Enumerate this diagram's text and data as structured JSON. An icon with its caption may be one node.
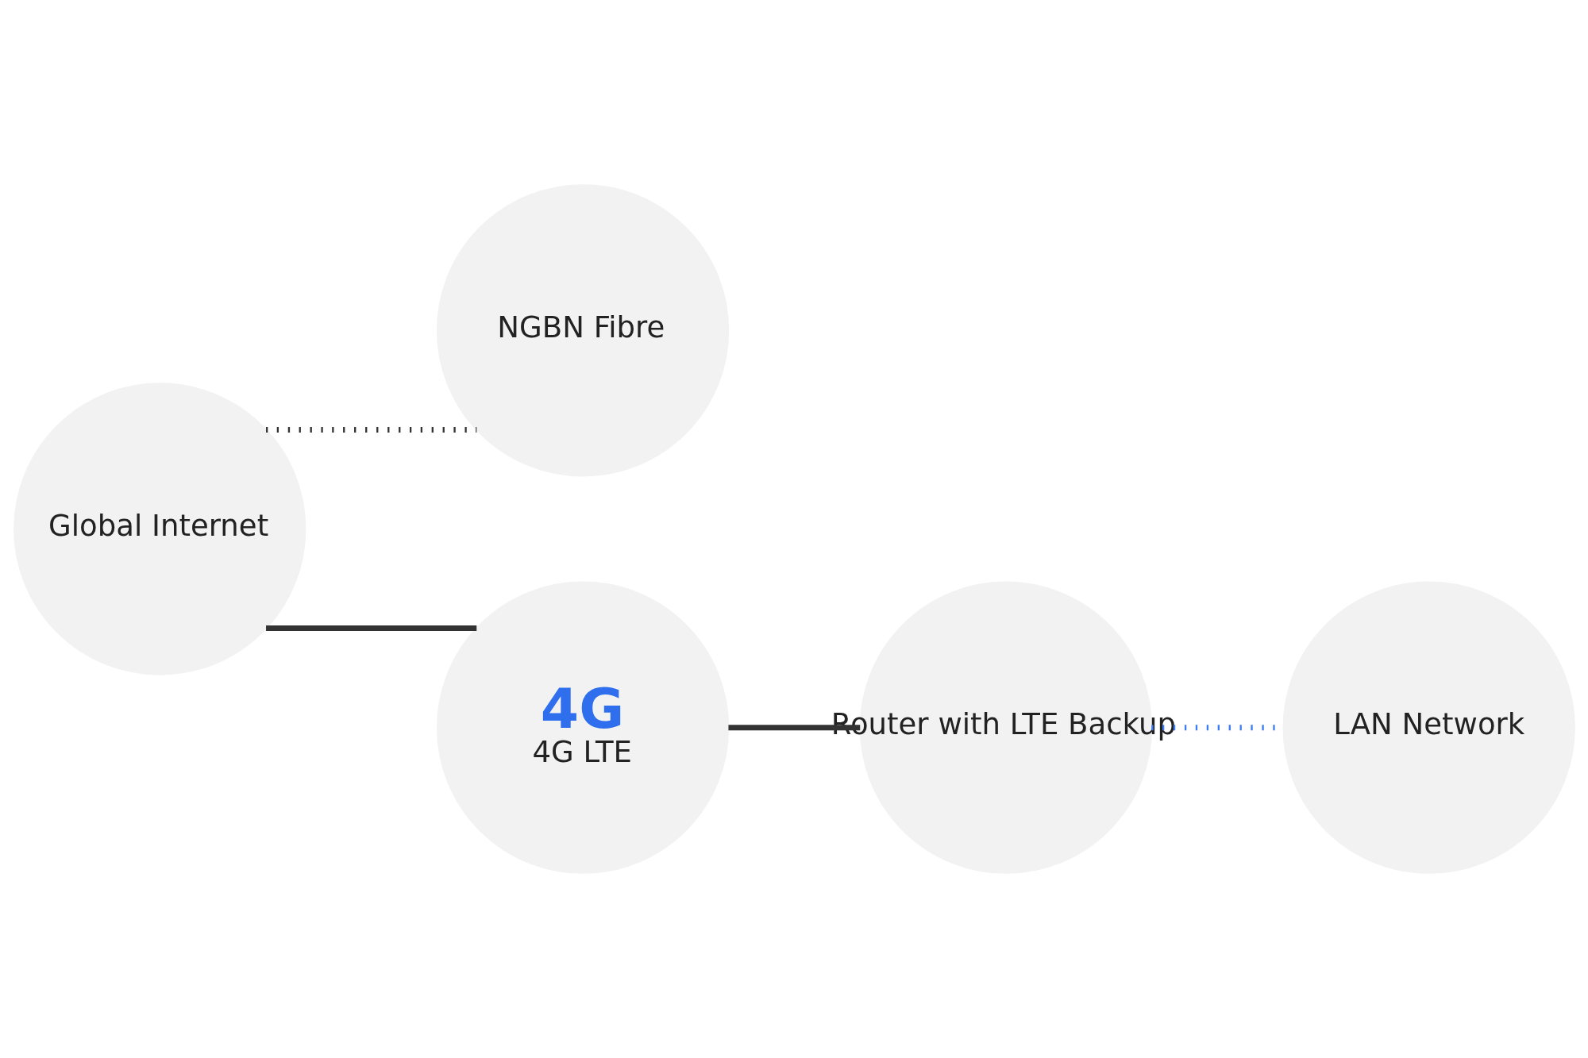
{
  "diagram": {
    "nodes": [
      {
        "text": [
          "NGBN Fibre"
        ]
      },
      {
        "text": [
          "Global Internet"
        ]
      },
      {
        "text": [
          "4G",
          "4G LTE"
        ]
      },
      {
        "text": [
          "Router with LTE Backup"
        ]
      },
      {
        "text": [
          "LAN Network"
        ]
      }
    ],
    "edges": [
      {
        "from": 1,
        "to": 0,
        "arrow": "none",
        "style": "dashed"
      },
      {
        "from": 1,
        "to": 2,
        "arrow": "none"
      },
      {
        "from": 2,
        "to": 3,
        "arrow": "none"
      },
      {
        "from": 3,
        "to": 4,
        "arrow": "none",
        "style": "dashed",
        "color": "#3b7cf4"
      }
    ]
  }
}
